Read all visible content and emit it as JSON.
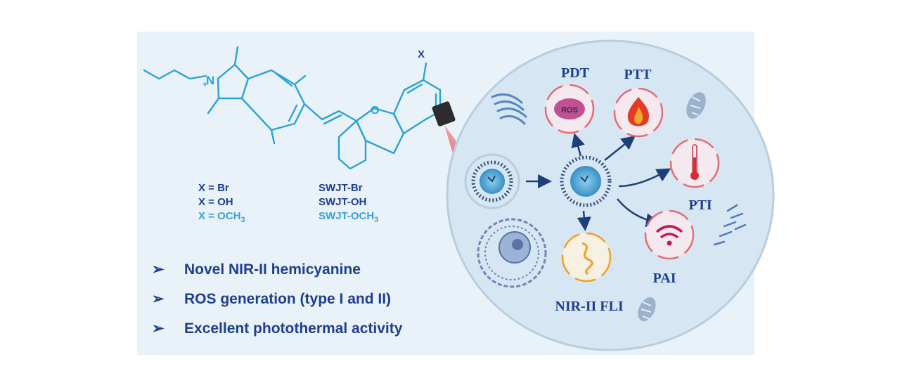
{
  "structure": {
    "substituent": "X",
    "ring_label": "N",
    "ring_charge": "+",
    "ring_oxygen": "O"
  },
  "variants": [
    {
      "x": "X = Br",
      "name": "SWJT-Br",
      "color": "#1d3f8f"
    },
    {
      "x": "X = OH",
      "name": "SWJT-OH",
      "color": "#1d3f8f"
    },
    {
      "x_main": "X = OCH",
      "x_sub": "3",
      "name_main": "SWJT-OCH",
      "name_sub": "3",
      "color": "#3aa0d8"
    }
  ],
  "bullets": [
    "Novel  NIR-II hemicyanine",
    "ROS generation (type I and II)",
    "Excellent photothermal activity"
  ],
  "bullet_symbol": "➢",
  "cell": {
    "pdt": "PDT",
    "ptt": "PTT",
    "pti": "PTI",
    "pai": "PAI",
    "fli": "NIR-II FLI",
    "ros": "ROS"
  },
  "colors": {
    "structure": "#2aa3d4",
    "text_blue": "#1d3f8f",
    "text_cyan": "#3aa0d8",
    "panel": "#eaf2f9",
    "cell_fill": "#d6e6f3",
    "cell_edge": "#b8cde0",
    "arrow": "#1f3f7a",
    "red": "#d92a35",
    "orange": "#f0a020"
  }
}
